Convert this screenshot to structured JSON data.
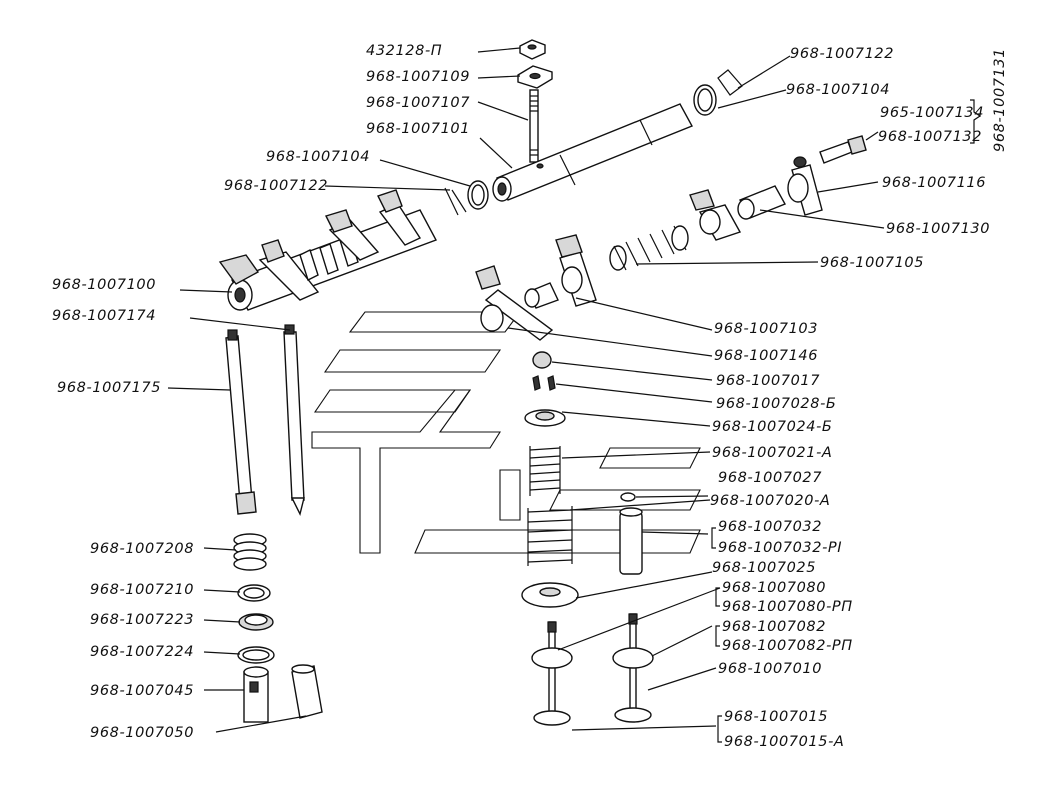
{
  "labels": [
    "432128-П",
    "968-1007109",
    "968-1007107",
    "968-1007101",
    "968-1007104",
    "968-1007122",
    "968-1007100",
    "968-1007174",
    "968-1007175",
    "968-1007122",
    "968-1007104",
    "965-1007134",
    "968-1007132",
    "968-1007131",
    "968-1007116",
    "968-1007130",
    "968-1007105",
    "968-1007103",
    "968-1007146",
    "968-1007017",
    "968-1007028-Б",
    "968-1007024-Б",
    "968-1007021-А",
    "968-1007027",
    "968-1007020-А",
    "968-1007032",
    "968-1007032-РI",
    "968-1007025",
    "968-1007080",
    "968-1007080-РП",
    "968-1007082",
    "968-1007082-РП",
    "968-1007010",
    "968-1007015",
    "968-1007015-А",
    "968-1007208",
    "968-1007210",
    "968-1007223",
    "968-1007224",
    "968-1007045",
    "968-1007050"
  ]
}
